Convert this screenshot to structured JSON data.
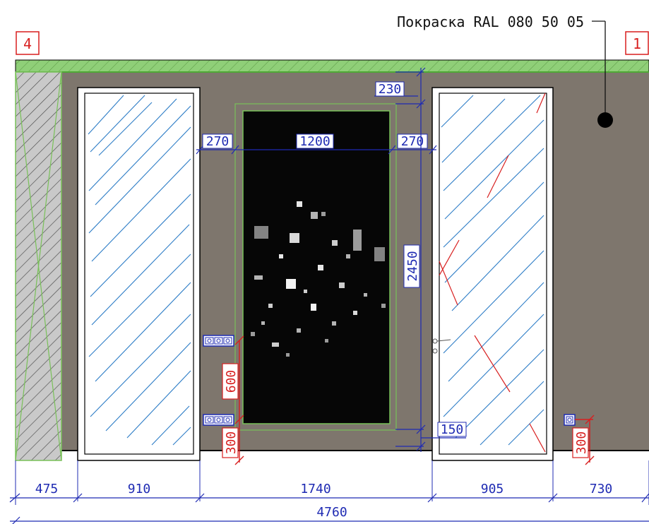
{
  "note": {
    "paint_label": "Покраска RAL 080 50 05"
  },
  "markers": {
    "left": "4",
    "right": "1"
  },
  "dims": {
    "top_offset": "230",
    "left_gap": "270",
    "tv_width": "1200",
    "right_gap": "270",
    "height": "2450",
    "bottom_offset": "150",
    "socket_upper": "600",
    "socket_lower": "300",
    "socket_right": "300",
    "seg1": "475",
    "seg2": "910",
    "seg3": "1740",
    "seg4": "905",
    "seg5": "730",
    "total": "4760"
  },
  "colors": {
    "wall": "#7e766d",
    "green": "#79c159",
    "blue": "#1f2bb3",
    "red": "#d81f1f"
  },
  "icons": {
    "socket_block": "triple-socket-icon",
    "socket_single": "single-socket-icon",
    "door_handle": "door-handle-icon",
    "note_dot": "note-dot-icon"
  }
}
